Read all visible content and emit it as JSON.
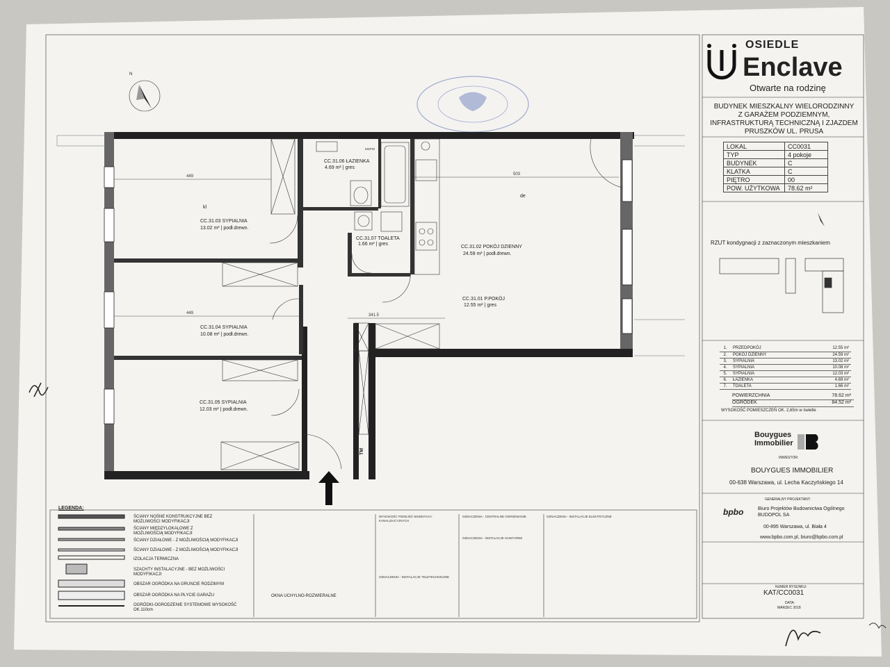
{
  "header": {
    "logo_top": "OSIEDLE",
    "logo_main": "Enclave",
    "logo_sub": "Otwarte na rodzinę",
    "project_lines": [
      "BUDYNEK MIESZKALNY WIELORODZINNY",
      "Z GARAŻEM PODZIEMNYM,",
      "INFRASTRUKTURĄ TECHNICZNĄ I ZJAZDEM",
      "PRUSZKÓW UL. PRUSA"
    ]
  },
  "specs": [
    {
      "label": "LOKAL",
      "value": "CC0031"
    },
    {
      "label": "TYP",
      "value": "4 pokoje"
    },
    {
      "label": "BUDYNEK",
      "value": "C"
    },
    {
      "label": "KLATKA",
      "value": "C"
    },
    {
      "label": "PIĘTRO",
      "value": "00"
    },
    {
      "label": "POW. UŻYTKOWA",
      "value": "78.62 m²"
    }
  ],
  "rzut_label": "RZUT kondygnacji z zaznaczonym mieszkaniem",
  "rooms_table": [
    {
      "n": "1.",
      "name": "PRZEDPOKÓJ",
      "area": "12.55 m²"
    },
    {
      "n": "2.",
      "name": "POKÓJ DZIENNY",
      "area": "24.59 m²"
    },
    {
      "n": "3.",
      "name": "SYPIALNIA",
      "area": "13.02 m²"
    },
    {
      "n": "4.",
      "name": "SYPIALNIA",
      "area": "10.08 m²"
    },
    {
      "n": "5.",
      "name": "SYPIALNIA",
      "area": "12.03 m²"
    },
    {
      "n": "6.",
      "name": "ŁAZIENKA",
      "area": "4.69 m²"
    },
    {
      "n": "7.",
      "name": "TOALETA",
      "area": "1.66 m²"
    }
  ],
  "totals": {
    "pow_label": "POWIERZCHNIA",
    "pow_value": "78.62 m²",
    "ogrodek_label": "OGRÓDEK",
    "ogrodek_value": "84.52 m²"
  },
  "height_note": "WYSOKOŚĆ POMIESZCZEŃ OK. 2,65m w świetle",
  "investor": {
    "brand_line1": "Bouygues",
    "brand_line2": "Immobilier",
    "label": "INWESTOR:",
    "name": "BOUYGUES IMMOBILIER",
    "address": "00-638 Warszawa, ul. Lecha Kaczyńskiego 14"
  },
  "designer": {
    "label": "GENERALNY PROJEKTANT:",
    "logo": "bpbo",
    "line1": "Biuro Projektów Budownictwa Ogólnego",
    "line2": "BUDOPOL SA",
    "address": "00-895 Warszawa, ul. Biała 4",
    "web": "www.bpbo.com.pl, biuro@bpbo.com.pl"
  },
  "drawing": {
    "num_label": "NUMER RYSUNKU:",
    "number": "KAT/CC0031",
    "date_label": "DATA:",
    "date": "MARZEC 2018"
  },
  "plan_labels": {
    "r6": "CC.31.06 ŁAZIENKA",
    "r6a": "4.69 m² | gres",
    "r7": "CC.31.07 TOALETA",
    "r7a": "1.66 m² | gres",
    "r3": "CC.31.03 SYPIALNIA",
    "r3a": "13.02 m² | podł.drewn.",
    "r2": "CC.31.02 POKÓJ DZIENNY",
    "r2a": "24.59 m² | podł.drewn.",
    "r1": "CC.31.01 P.POKÓJ",
    "r1a": "12.55 m² | gres",
    "r4": "CC.31.04 SYPIALNIA",
    "r4a": "10.08 m² | podł.drewn.",
    "r5": "CC.31.05 SYPIALNIA",
    "r5a": "12.03 m² | podł.drewn.",
    "d503": "503",
    "d449": "449",
    "d4495": "449",
    "d3415": "341.5",
    "tm": "TM",
    "mspw": "MSPW",
    "de": "de",
    "kl": "kl"
  },
  "legend": {
    "title": "LEGENDA:",
    "items": [
      "ŚCIANY NOŚNE KONSTRUKCYJNE BEZ MOŻLIWOŚCI MODYFIKACJI",
      "ŚCIANY MIĘDZYLOKALOWE Z MOŻLIWOŚCIĄ MODYFIKACJI",
      "ŚCIANY DZIAŁOWE - Z MOŻLIWOŚCIĄ MODYFIKACJI",
      "ŚCIANY DZIAŁOWE - Z MOŻLIWOŚCIĄ MODYFIKACJI",
      "IZOLACJA TERMICZNA",
      "SZACHTY INSTALACYJNE - BEZ MOŻLIWOŚCI MODYFIKACJI",
      "OBSZAR OGRÓDKA NA GRUNCIE RODZIMYM",
      "OBSZAR OGRÓDKA NA PŁYCIE GARAŻU",
      "OGRÓDKI-OGRODZENIE SYSTEMOWE WYSOKOŚĆ OK.110cm"
    ],
    "window_label": "OKNA UCHYLNO-ROZWIERALNE",
    "col3_title": "WYSOKOŚĆ PODEJŚĆ WODNYCH I KANALIZACYJNYCH",
    "col3_sub": "OZNACZENIA - INSTALACJE TELETECHNICZNE",
    "col4_title": "OZNACZENIA - CENTRALNE OGRZEWANIE",
    "col4_sub": "OZNACZENIA - INSTALACJE SANITARNE",
    "col5_title": "OZNACZENIA - INSTALACJE ELEKTRYCZNE"
  }
}
